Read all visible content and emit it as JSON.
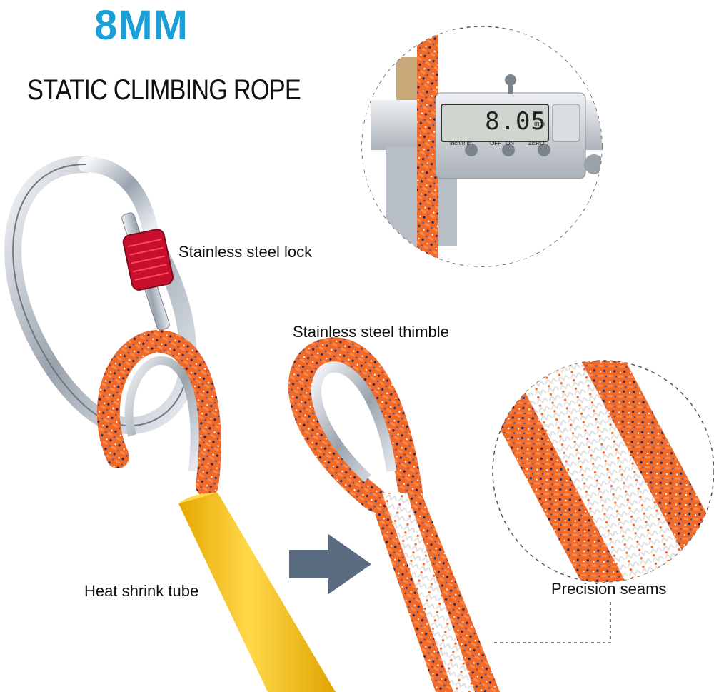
{
  "headline": "8MM",
  "subheadline": "STATIC CLIMBING ROPE",
  "labels": {
    "lock": "Stainless steel lock",
    "thimble": "Stainless steel thimble",
    "heat_shrink": "Heat shrink tube",
    "seams": "Precision seams"
  },
  "caliper": {
    "reading": "8.05",
    "unit": "mm",
    "buttons": [
      "inch/mm",
      "OFF",
      "ON",
      "ZERO"
    ]
  },
  "colors": {
    "headline": "#1a9fd9",
    "rope": "#f06a2a",
    "lock_sleeve": "#c8102e",
    "tube": "#f2c21a",
    "arrow": "#5b6b80"
  }
}
